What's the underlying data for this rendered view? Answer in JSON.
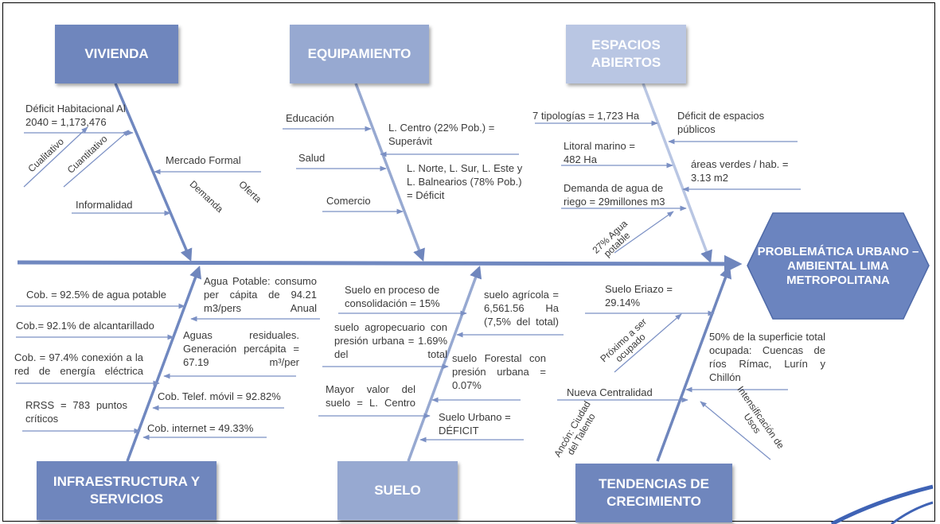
{
  "categories": {
    "vivienda": "VIVIENDA",
    "equipamiento": "EQUIPAMIENTO",
    "espacios": "ESPACIOS ABIERTOS",
    "infraestructura": "INFRAESTRUCTURA Y SERVICIOS",
    "suelo": "SUELO",
    "tendencias": "TENDENCIAS DE CRECIMIENTO"
  },
  "problem": "PROBLEMÁTICA URBANO – AMBIENTAL LIMA METROPOLITANA",
  "vivienda": {
    "deficit": "Déficit Habitacional Al 2040 = 1,173,476",
    "cualitativo": "Cualitativo",
    "cuantitativo": "Cuantitativo",
    "mercado": "Mercado Formal",
    "demanda": "Demanda",
    "oferta": "Oferta",
    "informalidad": "Informalidad"
  },
  "equipamiento": {
    "educacion": "Educación",
    "salud": "Salud",
    "comercio": "Comercio",
    "centro": "L. Centro (22% Pob.) = Superávit",
    "norte": "L. Norte, L. Sur, L. Este y L. Balnearios (78% Pob.) = Déficit"
  },
  "espacios": {
    "tipologias": "7 tipologías = 1,723 Ha",
    "litoral": "Litoral marino = 482 Ha",
    "demanda_agua": "Demanda de agua de riego = 29millones m3",
    "agua_potable": "27% Agua potable",
    "deficit": "Déficit de espacios públicos",
    "areas": "áreas verdes / hab. = 3.13 m2"
  },
  "infraestructura": {
    "cob_agua": "Cob. = 92.5% de agua potable",
    "cob_alc": "Cob.= 92.1% de alcantarillado",
    "cob_energia": "Cob. = 97.4% conexión a la red de energía eléctrica",
    "rrss": "RRSS = 783 puntos críticos",
    "agua_potable": "Agua Potable: consumo per cápita de 94.21 m3/pers Anual",
    "aguas_residuales": "Aguas residuales. Generación percápita = 67.19 m³/per",
    "telef": "Cob. Telef. móvil = 92.82%",
    "internet": "Cob. internet = 49.33%"
  },
  "suelo": {
    "consolidacion": "Suelo en proceso de consolidación = 15%",
    "agropecuario": "suelo agropecuario con presión urbana = 1.69% del total",
    "mayor_valor": "Mayor valor del suelo = L. Centro",
    "agricola": "suelo agrícola = 6,561.56 Ha (7,5% del total)",
    "forestal": "suelo Forestal con presión urbana = 0.07%",
    "urbano": "Suelo Urbano = DÉFICIT"
  },
  "tendencias": {
    "eriazo": "Suelo Eriazo = 29.14%",
    "proximo": "Próximo a ser ocupado",
    "superficie": "50% de la superficie total ocupada: Cuencas de ríos Rímac, Lurín y Chillón",
    "nueva": "Nueva Centralidad",
    "ancon": "Ancón: Ciudad del Talento",
    "intensificacion": "Intensificación de Usos"
  },
  "colors": {
    "dark": "#6f86bd",
    "medium": "#97a9d1",
    "light": "#b9c6e3",
    "spine": "#7088c0",
    "problem_fill": "#6b84bf"
  }
}
